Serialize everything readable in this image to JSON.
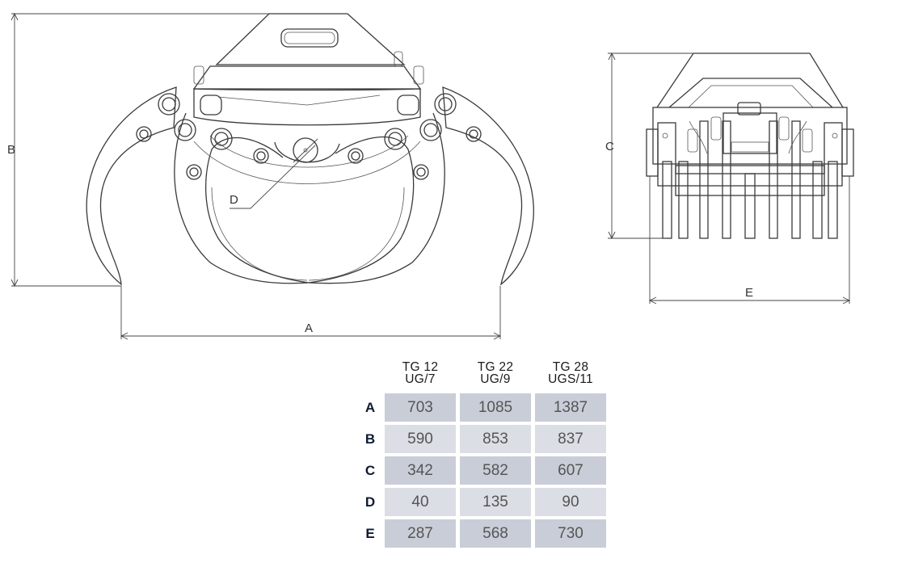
{
  "dimension_labels": {
    "a": "A",
    "b": "B",
    "c": "C",
    "d": "D",
    "e": "E"
  },
  "table": {
    "columns": [
      {
        "line1": "TG 12",
        "line2": "UG/7"
      },
      {
        "line1": "TG 22",
        "line2": "UG/9"
      },
      {
        "line1": "TG 28",
        "line2": "UGS/11"
      }
    ],
    "rows": [
      {
        "label": "A",
        "values": [
          "703",
          "1085",
          "1387"
        ]
      },
      {
        "label": "B",
        "values": [
          "590",
          "853",
          "837"
        ]
      },
      {
        "label": "C",
        "values": [
          "342",
          "582",
          "607"
        ]
      },
      {
        "label": "D",
        "values": [
          "40",
          "135",
          "90"
        ]
      },
      {
        "label": "E",
        "values": [
          "287",
          "568",
          "730"
        ]
      }
    ]
  }
}
